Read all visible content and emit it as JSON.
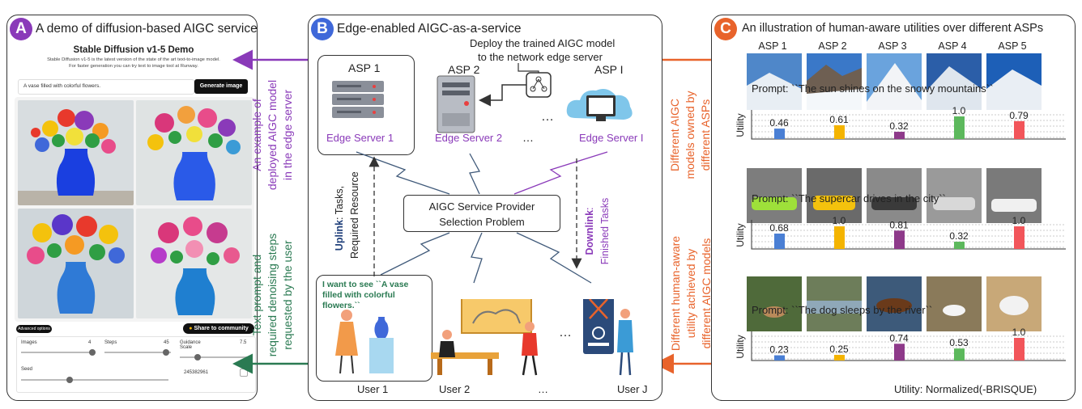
{
  "panelA": {
    "badge": "A",
    "title": "A demo of diffusion-based AIGC service",
    "demo_title": "Stable Diffusion v1-5 Demo",
    "desc_line1": "Stable Diffusion v1-5 is the latest version of the state of the art text-to-image model.",
    "desc_line2": "For faster generation you can try text to image tool at Runway.",
    "prompt_value": "A vase filled with colorful flowers.",
    "generate_button": "Generate image",
    "advanced_button": "Advanced options",
    "share_button": "Share to community",
    "images_label": "Images",
    "images_value": "4",
    "steps_label": "Steps",
    "steps_value": "45",
    "guidance_label": "Guidance Scale",
    "guidance_value": "7.5",
    "seed_label": "Seed",
    "seed_value": "245382961"
  },
  "panelB": {
    "badge": "B",
    "title": "Edge-enabled AIGC-as-a-service",
    "deploy_line1": "Deploy the trained AIGC model",
    "deploy_line2": "to the network edge server",
    "asp1": "ASP 1",
    "asp2": "ASP 2",
    "aspI": "ASP I",
    "server1": "Edge Server 1",
    "server2": "Edge Server 2",
    "serverI": "Edge Server I",
    "ellipsis": "…",
    "center_line1": "AIGC Service Provider",
    "center_line2": "Selection Problem",
    "uplink_bold": "Uplink",
    "uplink_rest": ": Tasks,",
    "uplink_line2": "Required Resource",
    "downlink_bold": "Downlink",
    "downlink_rest": ":",
    "downlink_line2": "Finished Tasks",
    "bubble": "I want to see ``A vase filled with colorful flowers.``",
    "user1": "User 1",
    "user2": "User 2",
    "userJ": "User J"
  },
  "panelC": {
    "badge": "C",
    "title": "An illustration of human-aware utilities over different ASPs",
    "asp_headers": [
      "ASP 1",
      "ASP 2",
      "ASP 3",
      "ASP 4",
      "ASP 5"
    ],
    "footer": "Utility: Normalized(-BRISQUE)",
    "ylabel": "Utility"
  },
  "arrows": {
    "left_top_line1": "An example of",
    "left_top_line2": "deployed AIGC model",
    "left_top_line3": "in the edge server",
    "left_bottom_line1": "Text prompt and",
    "left_bottom_line2": "required denoising steps",
    "left_bottom_line3": "requested by the user",
    "right_top_line1": "Different AIGC",
    "right_top_line2": "models owned by",
    "right_top_line3": "different ASPs",
    "right_bottom_line1": "Different human-aware",
    "right_bottom_line2": "utility achieved by",
    "right_bottom_line3": "different AIGC models"
  },
  "colors": {
    "purple": "#8a3ab9",
    "orange": "#e8632b",
    "green": "#2a7a52",
    "bar_blue": "#4a7fd4",
    "bar_yellow": "#f4b400",
    "bar_purple": "#8e3a8a",
    "bar_green": "#5cb85c",
    "bar_red": "#f2555a"
  },
  "chart_data": [
    {
      "type": "bar",
      "title": "Prompt: ``The sun shines on the snowy mountains``",
      "categories": [
        "ASP 1",
        "ASP 2",
        "ASP 3",
        "ASP 4",
        "ASP 5"
      ],
      "values": [
        0.46,
        0.61,
        0.32,
        1.0,
        0.79
      ],
      "labels": [
        "0.46",
        "0.61",
        "0.32",
        "1.0",
        "0.79"
      ],
      "ylabel": "Utility",
      "ylim": [
        0,
        1
      ]
    },
    {
      "type": "bar",
      "title": "Prompt: ``The supercar drives in the city``",
      "categories": [
        "ASP 1",
        "ASP 2",
        "ASP 3",
        "ASP 4",
        "ASP 5"
      ],
      "values": [
        0.68,
        1.0,
        0.81,
        0.32,
        1.0
      ],
      "labels": [
        "0.68",
        "1.0",
        "0.81",
        "0.32",
        "1.0"
      ],
      "ylabel": "Utility",
      "ylim": [
        0,
        1
      ]
    },
    {
      "type": "bar",
      "title": "Prompt: ``The dog sleeps by the river``",
      "categories": [
        "ASP 1",
        "ASP 2",
        "ASP 3",
        "ASP 4",
        "ASP 5"
      ],
      "values": [
        0.23,
        0.25,
        0.74,
        0.53,
        1.0
      ],
      "labels": [
        "0.23",
        "0.25",
        "0.74",
        "0.53",
        "1.0"
      ],
      "ylabel": "Utility",
      "ylim": [
        0,
        1
      ]
    }
  ]
}
